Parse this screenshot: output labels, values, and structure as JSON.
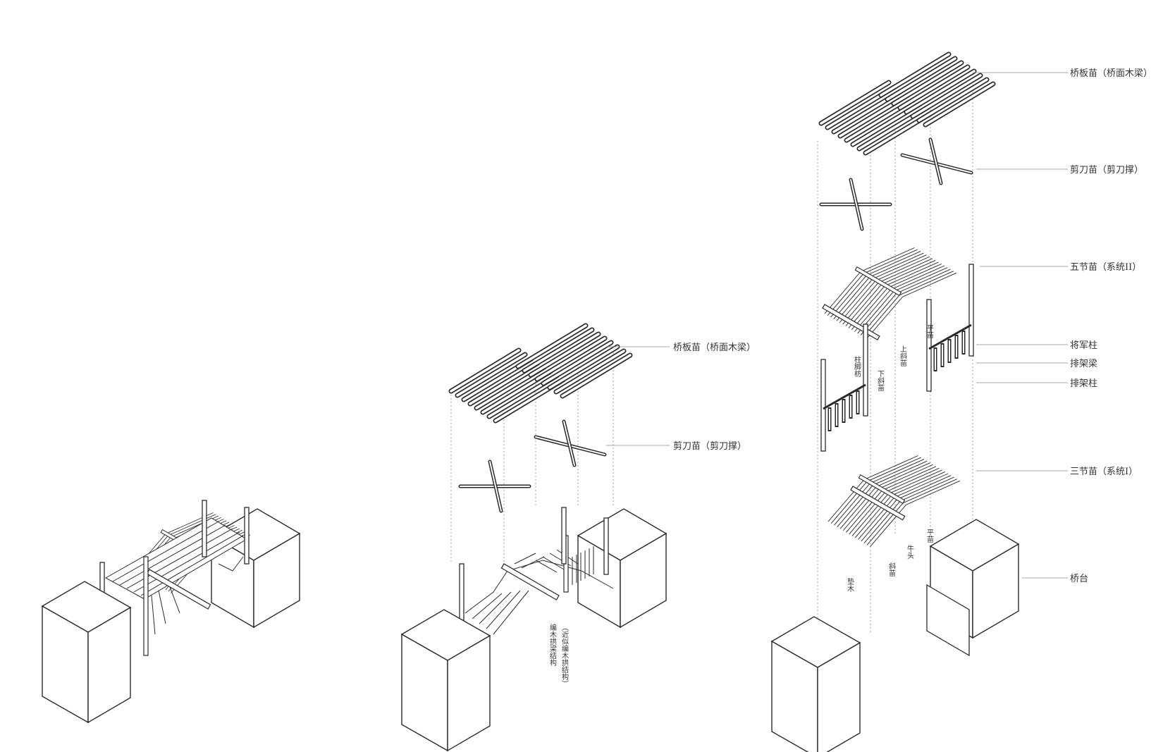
{
  "diagram": {
    "middle_labels": {
      "deck": "桥板苗（桥面木梁）",
      "scissor": "剪刀苗（剪刀撑）",
      "note_line1": "（近似编木拱结构）",
      "note_line2": "编木拱梁结构"
    },
    "right_labels": {
      "deck": "桥板苗（桥面木梁）",
      "scissor": "剪刀苗（剪刀撑）",
      "five": "五节苗（系统II）",
      "general_col": "将军柱",
      "rack_beam": "排架梁",
      "rack_col": "排架柱",
      "three": "三节苗（系统I）",
      "abutment": "桥台",
      "zhujiaotu": "柱脚枋",
      "xiaxiemiao": "下斜苗",
      "shangxiemiao": "上斜苗",
      "pingmiao_top": "平苗",
      "dianmu": "垫木",
      "xiemiao": "斜苗",
      "niutou": "牛头",
      "pingmiao_bottom": "平苗"
    },
    "colors": {
      "stroke": "#2a2a2a",
      "leader": "#8a8a8a",
      "fill": "#ffffff"
    }
  }
}
